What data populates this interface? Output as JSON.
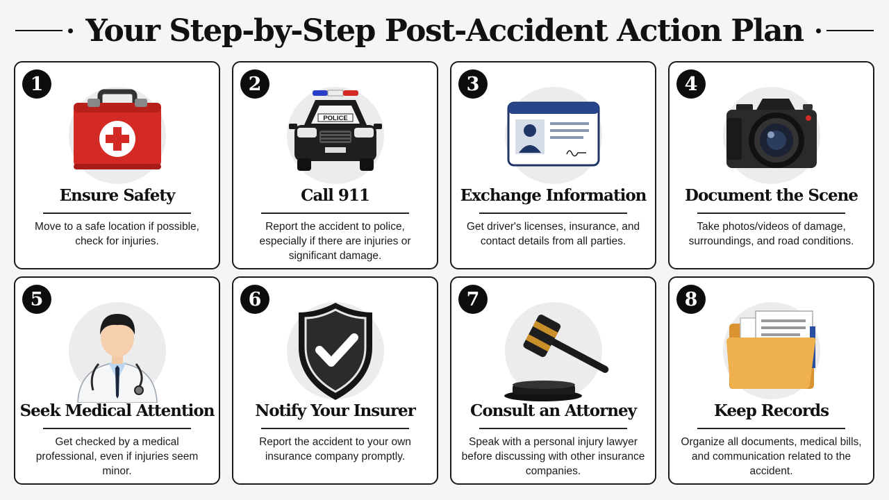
{
  "title": "Your Step-by-Step Post-Accident Action Plan",
  "steps": [
    {
      "number": "1",
      "title": "Ensure Safety",
      "description": "Move to a safe location if possible, check for injuries.",
      "icon": "first-aid-kit-icon"
    },
    {
      "number": "2",
      "title": "Call 911",
      "description": "Report the accident to police, especially if there are injuries or significant damage.",
      "icon": "police-car-icon",
      "icon_text": "POLICE"
    },
    {
      "number": "3",
      "title": "Exchange Information",
      "description": "Get driver's licenses, insurance, and contact details from all parties.",
      "icon": "id-card-icon"
    },
    {
      "number": "4",
      "title": "Document the Scene",
      "description": "Take photos/videos of damage, surroundings, and road conditions.",
      "icon": "camera-icon"
    },
    {
      "number": "5",
      "title": "Seek Medical Attention",
      "description": "Get checked by a medical professional, even if injuries seem minor.",
      "icon": "doctor-icon"
    },
    {
      "number": "6",
      "title": "Notify Your Insurer",
      "description": "Report the accident to your own insurance company promptly.",
      "icon": "shield-check-icon"
    },
    {
      "number": "7",
      "title": "Consult an Attorney",
      "description": "Speak with a personal injury lawyer before discussing with other insurance companies.",
      "icon": "gavel-icon"
    },
    {
      "number": "8",
      "title": "Keep Records",
      "description": "Organize all documents, medical bills, and communication related to the accident.",
      "icon": "folder-icon"
    }
  ],
  "colors": {
    "first_aid_red": "#d32a25",
    "folder_yellow": "#efb04e",
    "gavel_gold": "#c9902a",
    "dark": "#111111"
  }
}
